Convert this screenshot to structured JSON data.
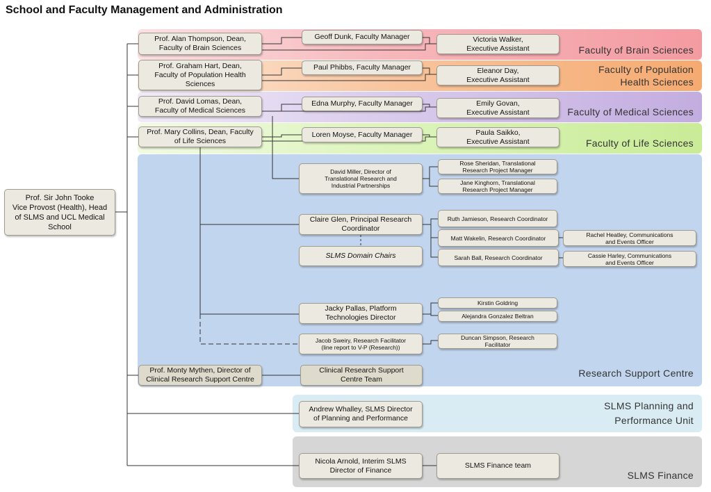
{
  "title": "School and Faculty Management and Administration",
  "units": {
    "brain": "Faculty of Brain Sciences",
    "population": "Faculty of Population\nHealth Sciences",
    "medical": "Faculty of Medical Sciences",
    "life": "Faculty of Life Sciences",
    "rsc": "Research Support Centre",
    "planning": "SLMS Planning and\nPerformance Unit",
    "finance": "SLMS Finance"
  },
  "people": {
    "tooke": "Prof. Sir John Tooke\nVice Provost (Health), Head\nof SLMS and UCL Medical\nSchool",
    "thompson": "Prof. Alan Thompson, Dean,\nFaculty of Brain Sciences",
    "dunk": "Geoff Dunk, Faculty Manager",
    "walker": "Victoria Walker,\nExecutive Assistant",
    "hart": "Prof. Graham Hart, Dean,\nFaculty of Population Health\nSciences",
    "phibbs": "Paul Phibbs, Faculty Manager",
    "day": "Eleanor Day,\nExecutive Assistant",
    "lomas": "Prof. David Lomas, Dean,\nFaculty of Medical Sciences",
    "murphy": "Edna  Murphy, Faculty Manager",
    "govan": "Emily Govan,\nExecutive Assistant",
    "collins": "Prof. Mary Collins, Dean, Faculty\nof Life Sciences",
    "moyse": "Loren Moyse, Faculty Manager",
    "saikko": "Paula Saikko,\nExecutive Assistant",
    "miller": "David Miller, Director of\nTranslational Research and\nIndustrial Partnerships",
    "sheridan": "Rose Sheridan, Translational\nResearch Project Manager",
    "kinghorn": "Jane Kinghorn,  Translational\nResearch Project Manager",
    "glen": "Claire Glen, Principal Research\nCoordinator",
    "domain_chairs": "SLMS Domain Chairs",
    "jamieson": "Ruth Jamieson, Research Coordinator",
    "wakelin": "Matt Wakelin, Research Coordinator",
    "ball": "Sarah Ball, Research Coordinator",
    "heatley": "Rachel Heatley, Communications\nand Events  Officer",
    "harley": "Cassie Harley, Communications\nand Events  Officer",
    "pallas": "Jacky Pallas, Platform\nTechnologies Director",
    "goldring": "Kirstin Goldring",
    "beltran": "Alejandra Gonzalez Beltran",
    "sweiry": "Jacob Sweiry, Research Facilitator\n(line report to V-P (Research))",
    "simpson": "Duncan Simpson, Research\nFacilitator",
    "mythen": "Prof. Monty Mythen, Director of\nClinical Research Support Centre",
    "crsc_team": "Clinical Research Support\nCentre Team",
    "whalley": "Andrew Whalley, SLMS Director\nof Planning and Performance",
    "arnold": "Nicola Arnold, Interim SLMS\nDirector of Finance",
    "finance_team": "SLMS Finance team"
  },
  "colors": {
    "brain": "#f3a1a6",
    "population": "#f6b27e",
    "medical": "#c8b3e2",
    "life": "#cfeea0",
    "rsc": "#c3d6ee",
    "planning": "#d8ecf4",
    "finance": "#d6d6d6",
    "box": "#ece9e0",
    "line": "#333333"
  }
}
